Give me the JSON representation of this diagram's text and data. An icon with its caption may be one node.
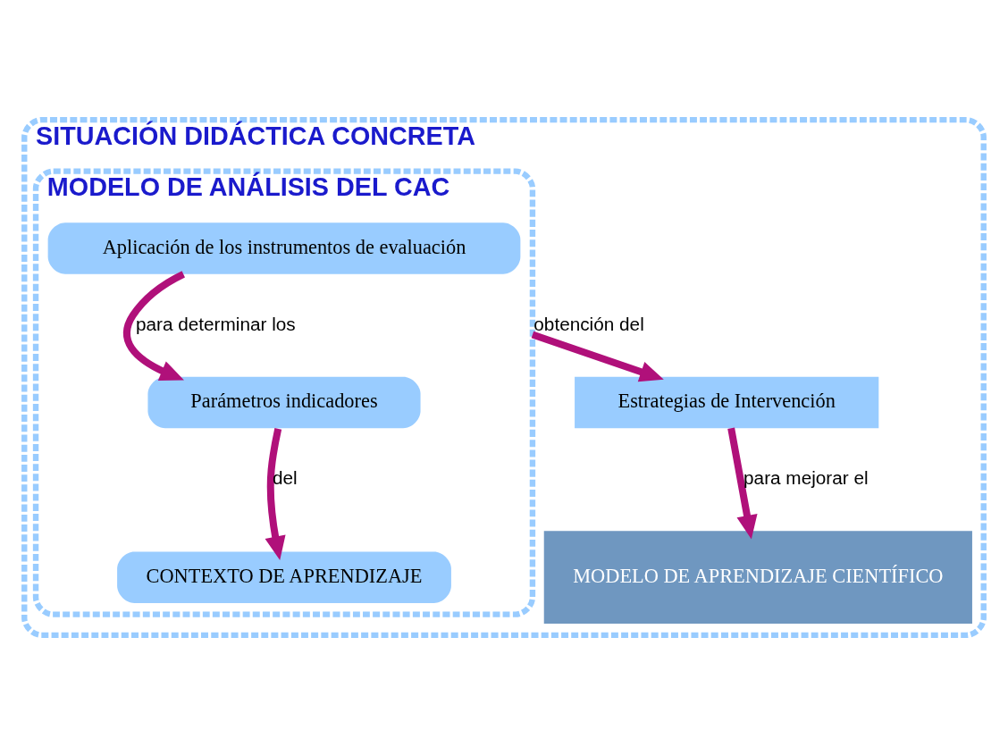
{
  "diagram": {
    "nodes": [
      {
        "text": [
          "SITUACIÓN DIDÁCTICA CONCRETA"
        ]
      },
      {
        "text": [
          "MODELO DE APRENDIZAJE CIENTÍFICO"
        ],
        "in": 0
      },
      {
        "text": [
          "MODELO DE ANÁLISIS DEL CAC"
        ],
        "in": 0
      },
      {
        "text": [
          "Aplicación de los instrumentos de evaluación"
        ],
        "in": 2
      },
      {
        "text": [
          "Parámetros indicadores"
        ],
        "in": 2
      },
      {
        "text": [
          "CONTEXTO DE APRENDIZAJE"
        ],
        "in": 2
      },
      {
        "text": [
          "Estrategias de Intervención"
        ],
        "in": 0
      }
    ],
    "edges": [
      {
        "from": 3,
        "to": 4,
        "arrow": "to",
        "label": "para determinar los"
      },
      {
        "from": 4,
        "to": 5,
        "arrow": "to",
        "label": "del"
      },
      {
        "from": 2,
        "to": 6,
        "arrow": "to",
        "label": "obtención del"
      },
      {
        "from": 6,
        "to": 1,
        "arrow": "to",
        "label": "para mejorar el"
      }
    ]
  }
}
